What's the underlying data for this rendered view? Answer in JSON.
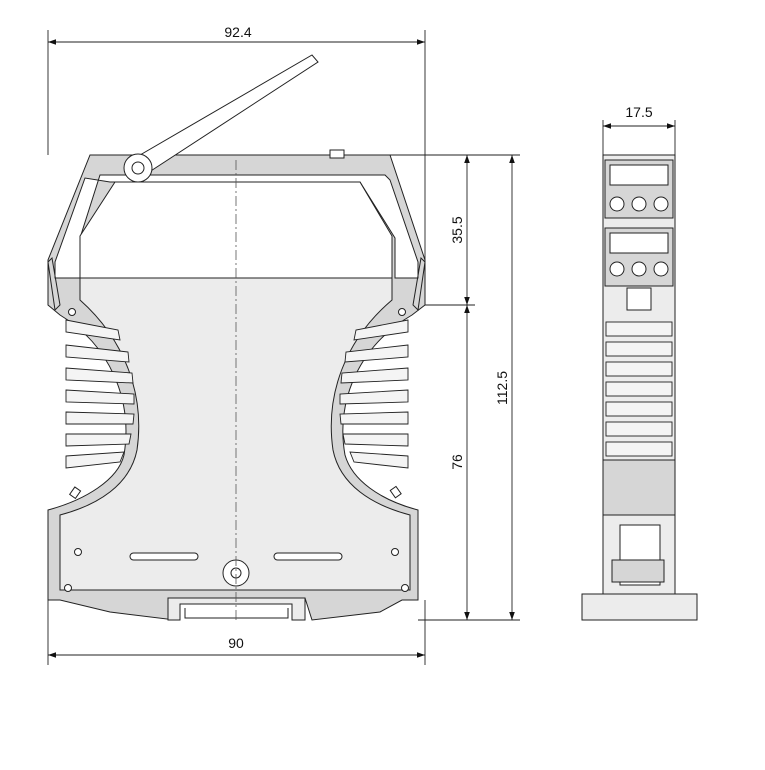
{
  "dimensions": {
    "overall_width": "92.4",
    "base_width": "90",
    "side_width": "17.5",
    "upper_height": "35.5",
    "lower_height": "76",
    "total_height": "112.5"
  }
}
